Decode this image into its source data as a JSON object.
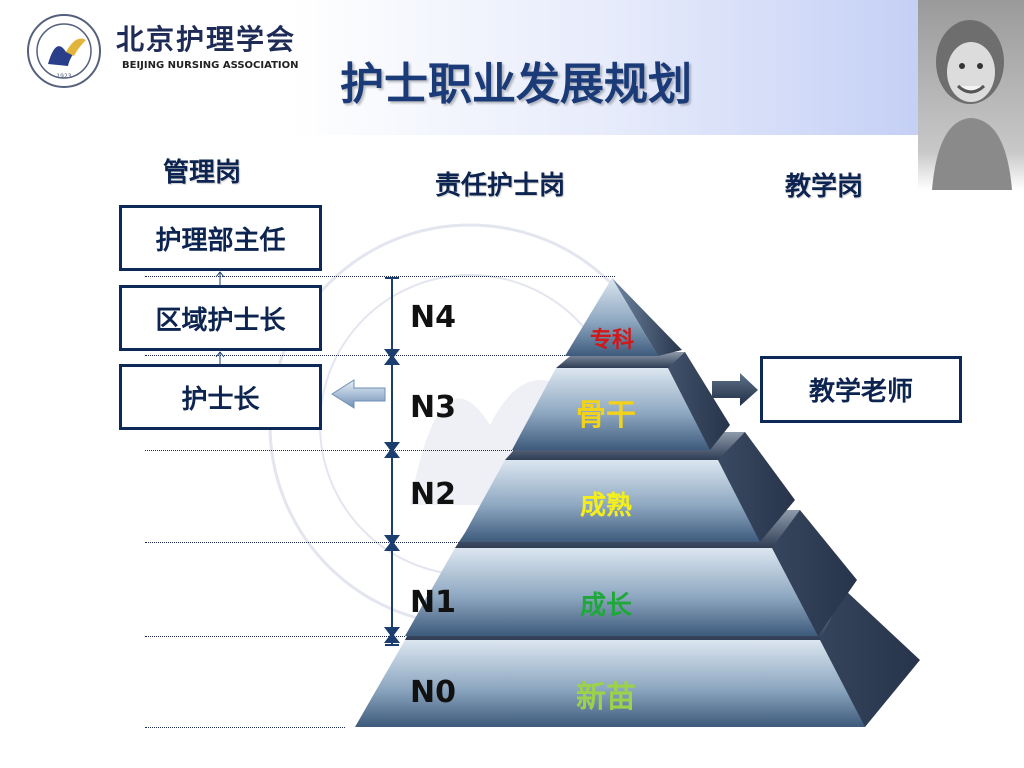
{
  "header": {
    "logo_cn": "北京护理学会",
    "logo_en": "BEIJING NURSING ASSOCIATION",
    "title": "护士职业发展规划"
  },
  "columns": {
    "management": "管理岗",
    "responsible_nurse": "责任护士岗",
    "teaching": "教学岗"
  },
  "management_roles": [
    "护理部主任",
    "区域护士长",
    "护士长"
  ],
  "teaching_role": "教学老师",
  "levels": [
    "N4",
    "N3",
    "N2",
    "N1",
    "N0"
  ],
  "tiers": [
    {
      "label": "专科",
      "color": "#d01818"
    },
    {
      "label": "骨干",
      "color": "#f2d21a"
    },
    {
      "label": "成熟",
      "color": "#f4ef1c"
    },
    {
      "label": "成长",
      "color": "#1fa83a"
    },
    {
      "label": "新苗",
      "color": "#9bd24a"
    }
  ],
  "colors": {
    "title": "#1a3a78",
    "box_border": "#0d2a57"
  }
}
